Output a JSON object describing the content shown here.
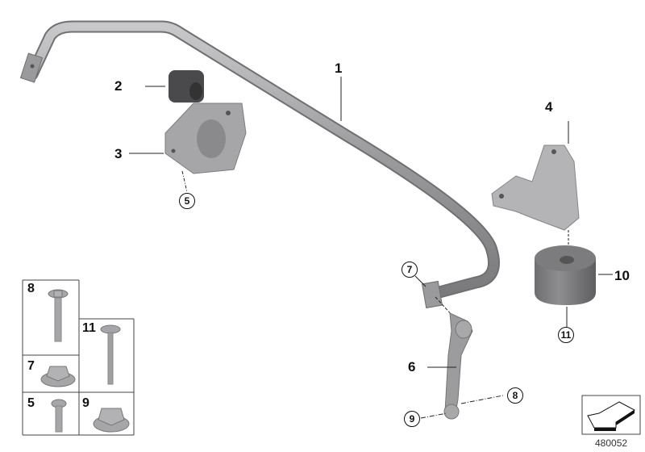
{
  "diagram": {
    "type": "exploded parts diagram",
    "subject": "rear stabilizer bar assembly",
    "image_id": "480052",
    "colors": {
      "part_gray": "#9c9c9e",
      "part_dark": "#4a4a4c",
      "line": "#222222",
      "background": "#ffffff"
    },
    "callouts": [
      {
        "num": "1",
        "style": "plain"
      },
      {
        "num": "2",
        "style": "plain"
      },
      {
        "num": "3",
        "style": "plain"
      },
      {
        "num": "4",
        "style": "plain"
      },
      {
        "num": "5",
        "style": "circled"
      },
      {
        "num": "6",
        "style": "plain"
      },
      {
        "num": "7",
        "style": "circled"
      },
      {
        "num": "8",
        "style": "circled"
      },
      {
        "num": "9",
        "style": "circled"
      },
      {
        "num": "10",
        "style": "plain"
      },
      {
        "num": "11",
        "style": "circled"
      }
    ],
    "fastener_box": {
      "cells": [
        {
          "num": "8",
          "part": "flange bolt"
        },
        {
          "num": "11",
          "part": "long bolt"
        },
        {
          "num": "7",
          "part": "flange nut"
        },
        {
          "num": "5",
          "part": "short bolt"
        },
        {
          "num": "9",
          "part": "flange nut"
        }
      ]
    }
  }
}
